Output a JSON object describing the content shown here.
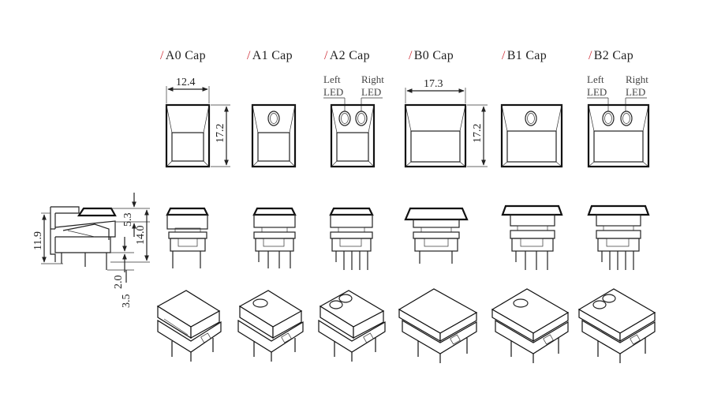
{
  "caps": [
    {
      "slash": "/",
      "label": "A0 Cap"
    },
    {
      "slash": "/",
      "label": "A1 Cap"
    },
    {
      "slash": "/",
      "label": "A2 Cap"
    },
    {
      "slash": "/",
      "label": "B0 Cap"
    },
    {
      "slash": "/",
      "label": "B1 Cap"
    },
    {
      "slash": "/",
      "label": "B2 Cap"
    }
  ],
  "dimensions": {
    "a_width": "12.4",
    "a_height": "17.2",
    "b_width": "17.3",
    "b_height": "17.2",
    "side_total": "11.9",
    "side_cap": "5.3",
    "side_body": "14.0",
    "side_pin_gap": "2.0",
    "side_pin_len": "3.5"
  },
  "led_labels": {
    "left_top": "Left",
    "left_bottom": "LED",
    "right_top": "Right",
    "right_bottom": "LED"
  },
  "colors": {
    "slash_accent": "#d0303a",
    "line": "#222222"
  }
}
